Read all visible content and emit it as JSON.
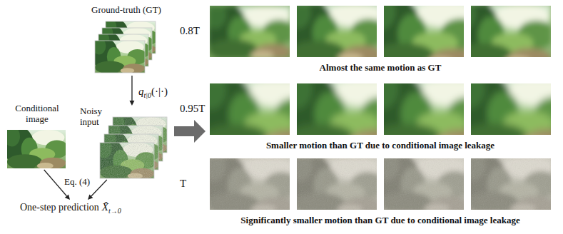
{
  "diagram": {
    "nodes": [
      {
        "text": [
          "Ground-truth (GT)"
        ]
      },
      {
        "text": [
          "Noisy input"
        ]
      },
      {
        "text": [
          "Conditional image"
        ]
      },
      {
        "text": [
          "One-step prediction",
          "X̂",
          "t→0"
        ]
      },
      {
        "text": [
          "0.8T",
          "Almost the same motion as GT"
        ]
      },
      {
        "text": [
          "0.95T",
          "Smaller motion than GT due to conditional image leakage"
        ]
      },
      {
        "text": [
          "T",
          "Significantly smaller motion than GT due to conditional image leakage"
        ]
      }
    ],
    "edges": [
      {
        "from": 0,
        "to": 1,
        "arrow": "to"
      },
      {
        "from": 2,
        "to": 3,
        "arrow": "to"
      },
      {
        "from": 1,
        "to": 3,
        "arrow": "to"
      }
    ],
    "labels": [
      "q",
      "t|0",
      "(·|·)",
      "Eq. (4)"
    ]
  }
}
